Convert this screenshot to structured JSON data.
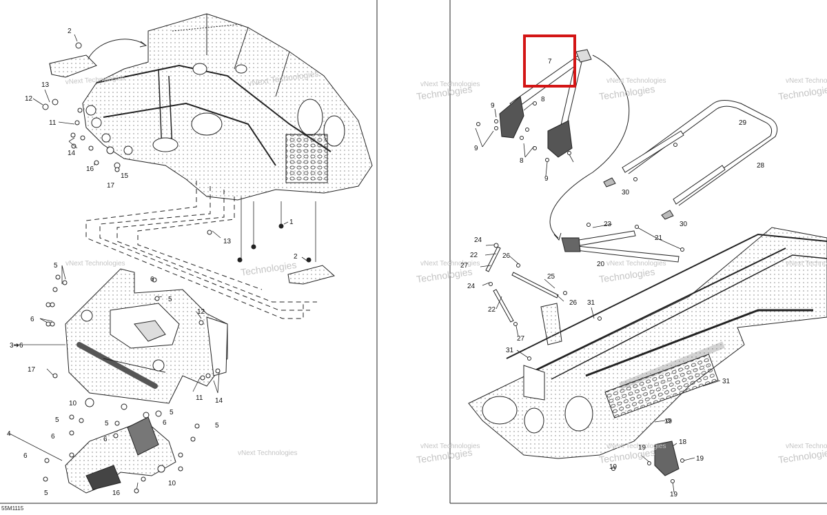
{
  "diagram_code": "55M1115",
  "watermark": {
    "line1": "vNext Technologies",
    "line2": "Technologies"
  },
  "left_callouts": [
    "2",
    "13",
    "12",
    "11",
    "14",
    "16",
    "17",
    "15",
    "1",
    "13",
    "2",
    "5",
    "6",
    "5",
    "6",
    "3➔6",
    "12",
    "11",
    "17",
    "14",
    "10",
    "5",
    "6",
    "4",
    "5",
    "6",
    "5",
    "6",
    "5",
    "6",
    "10",
    "16",
    "5"
  ],
  "right_callouts": [
    "7",
    "8",
    "9",
    "9",
    "8",
    "9",
    "29",
    "28",
    "30",
    "30",
    "23",
    "21",
    "24",
    "22",
    "26",
    "27",
    "20",
    "25",
    "24",
    "26",
    "22",
    "31",
    "27",
    "31",
    "31",
    "18",
    "19",
    "19",
    "19"
  ],
  "highlight": {
    "label": "7",
    "color": "#d31515"
  }
}
